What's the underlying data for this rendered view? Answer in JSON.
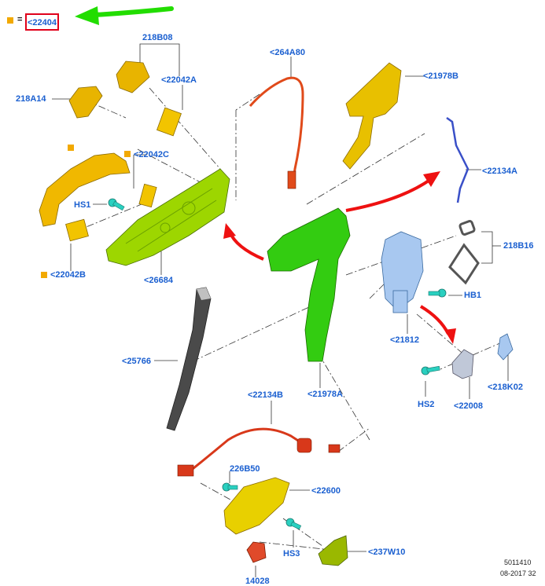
{
  "legend": {
    "equals": "=",
    "part": "<22404"
  },
  "labels": {
    "p218B08": "218B08",
    "p22042A": "<22042A",
    "p218A14": "218A14",
    "p264A80": "<264A80",
    "p21978B": "<21978B",
    "p22042C": "<22042C",
    "p22134A": "<22134A",
    "pHS1a": "HS1",
    "p218B16": "218B16",
    "pHB1": "HB1",
    "p22042B": "<22042B",
    "p26684": "<26684",
    "p21812": "<21812",
    "p25766": "<25766",
    "p21978A": "<21978A",
    "pK02": "<218K02",
    "pHS2": "HS2",
    "p22008": "<22008",
    "p22134B": "<22134B",
    "p226B50": "226B50",
    "p22600": "<22600",
    "pHS3": "HS3",
    "p237W10": "<237W10",
    "p14028": "14028"
  },
  "footer": {
    "id": "5011410",
    "date": "08-2017 32"
  },
  "colors": {
    "label": "#1a5fd0",
    "marker": "#f2a900",
    "arrow_green": "#22dd00",
    "arrow_red": "#ee1111",
    "highlight_box": "#e0001a"
  }
}
